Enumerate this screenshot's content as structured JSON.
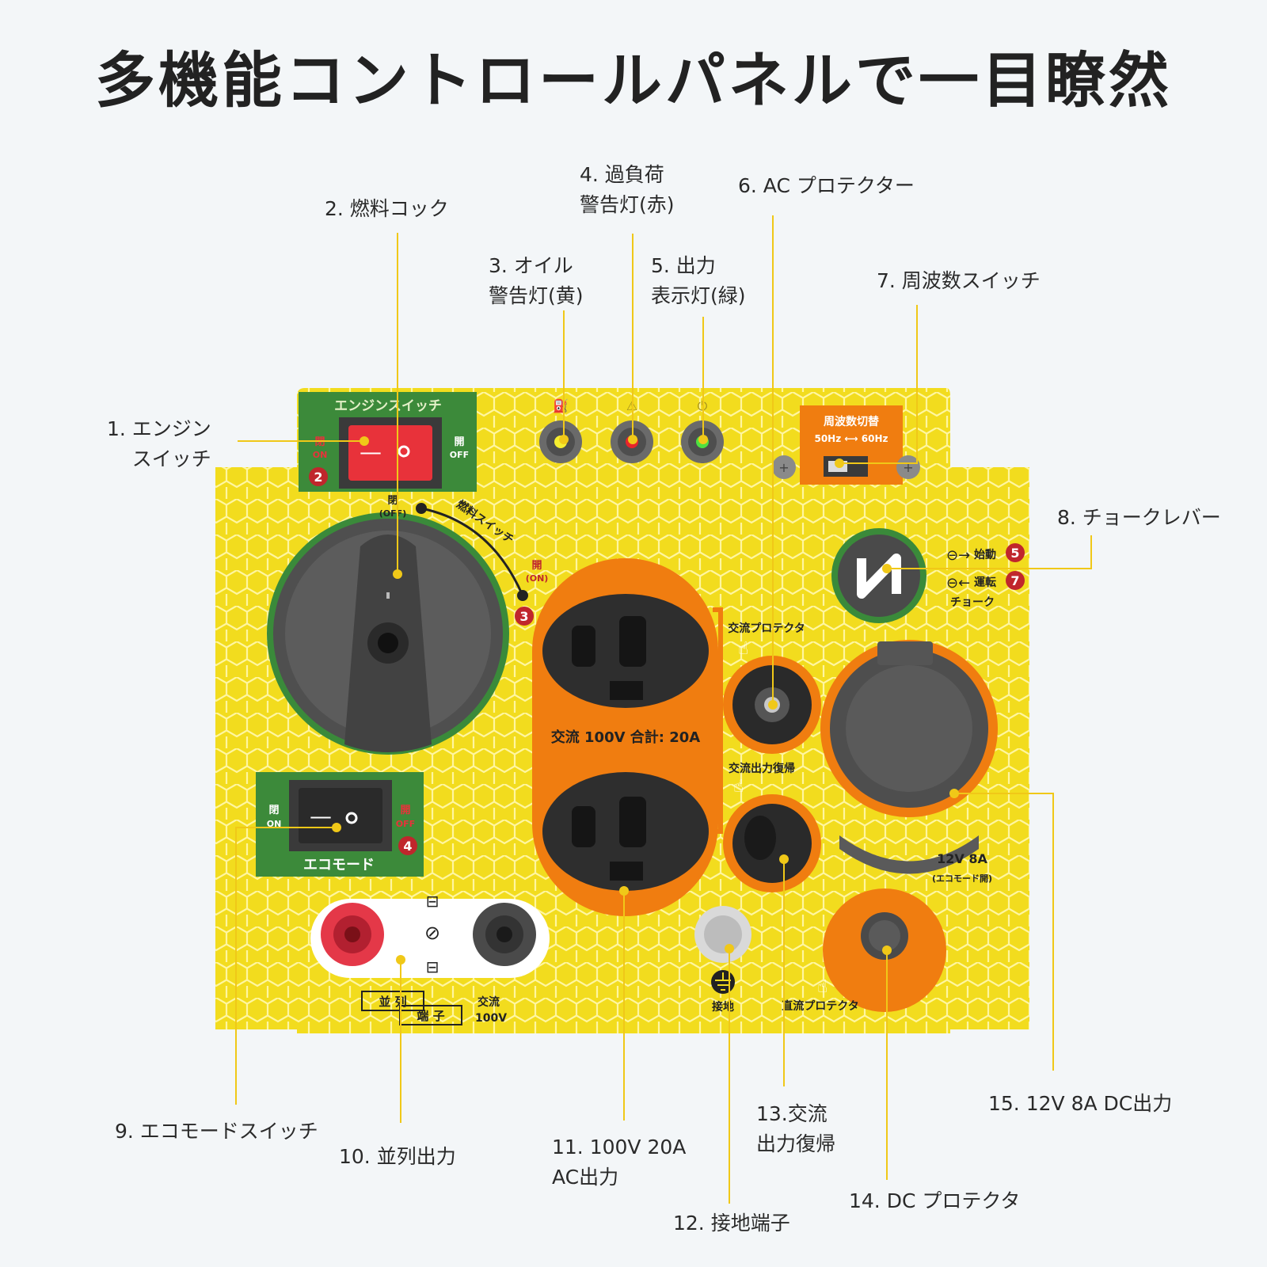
{
  "title": "多機能コントロールパネルで一目瞭然",
  "callouts": [
    {
      "lines": [
        "1. エンジン",
        "スイッチ"
      ]
    },
    {
      "lines": [
        "2. 燃料コック"
      ]
    },
    {
      "lines": [
        "3. オイル",
        "警告灯(黄)"
      ]
    },
    {
      "lines": [
        "4. 過負荷",
        "警告灯(赤)"
      ]
    },
    {
      "lines": [
        "5. 出力",
        "表示灯(緑)"
      ]
    },
    {
      "lines": [
        "6. AC プロテクター"
      ]
    },
    {
      "lines": [
        "7. 周波数スイッチ"
      ]
    },
    {
      "lines": [
        "8. チョークレバー"
      ]
    },
    {
      "lines": [
        "9. エコモードスイッチ"
      ]
    },
    {
      "lines": [
        "10. 並列出力"
      ]
    },
    {
      "lines": [
        "11. 100V 20A",
        "AC出力"
      ]
    },
    {
      "lines": [
        "12. 接地端子"
      ]
    },
    {
      "lines": [
        "13.交流",
        "出力復帰"
      ]
    },
    {
      "lines": [
        "14. DC プロテクタ"
      ]
    },
    {
      "lines": [
        "15. 12V 8A  DC出力"
      ]
    }
  ],
  "panel": {
    "engine_switch": "エンジンスイッチ",
    "on_kanji": "閉",
    "on": "ON",
    "off_kanji": "開",
    "off": "OFF",
    "fuel_switch": "燃料スイッチ",
    "fuel_off_kanji": "閉",
    "fuel_off": "(OFF)",
    "fuel_on_kanji": "開",
    "fuel_on": "(ON)",
    "freq_title": "周波数切替",
    "freq_range": "50Hz ⟷ 60Hz",
    "ac_label": "交流 100V  合計: 20A",
    "ac_protector": "交流プロテクタ",
    "ac_reset": "交流出力復帰",
    "start": "始動",
    "run": "運転",
    "choke": "チョーク",
    "dc_rating": "12V  8A",
    "dc_eco": "(エコモード開)",
    "eco_mode": "エコモード",
    "eco_on_kanji": "閉",
    "eco_off_kanji": "開",
    "parallel_a": "並 列",
    "parallel_b": "端 子",
    "ac_small": "交流",
    "v100": "100V",
    "ground": "接地",
    "dc_protector": "直流プロテクタ",
    "badge2": "2",
    "badge3": "3",
    "badge4": "4",
    "badge5": "5",
    "badge7": "7"
  },
  "colors": {
    "panel_yellow": "#f2dc1e",
    "orange": "#f07d10",
    "green_plate": "#3c8a3a",
    "red_switch": "#e8323a",
    "leader": "#f0c818",
    "badge_red": "#c0262c"
  }
}
